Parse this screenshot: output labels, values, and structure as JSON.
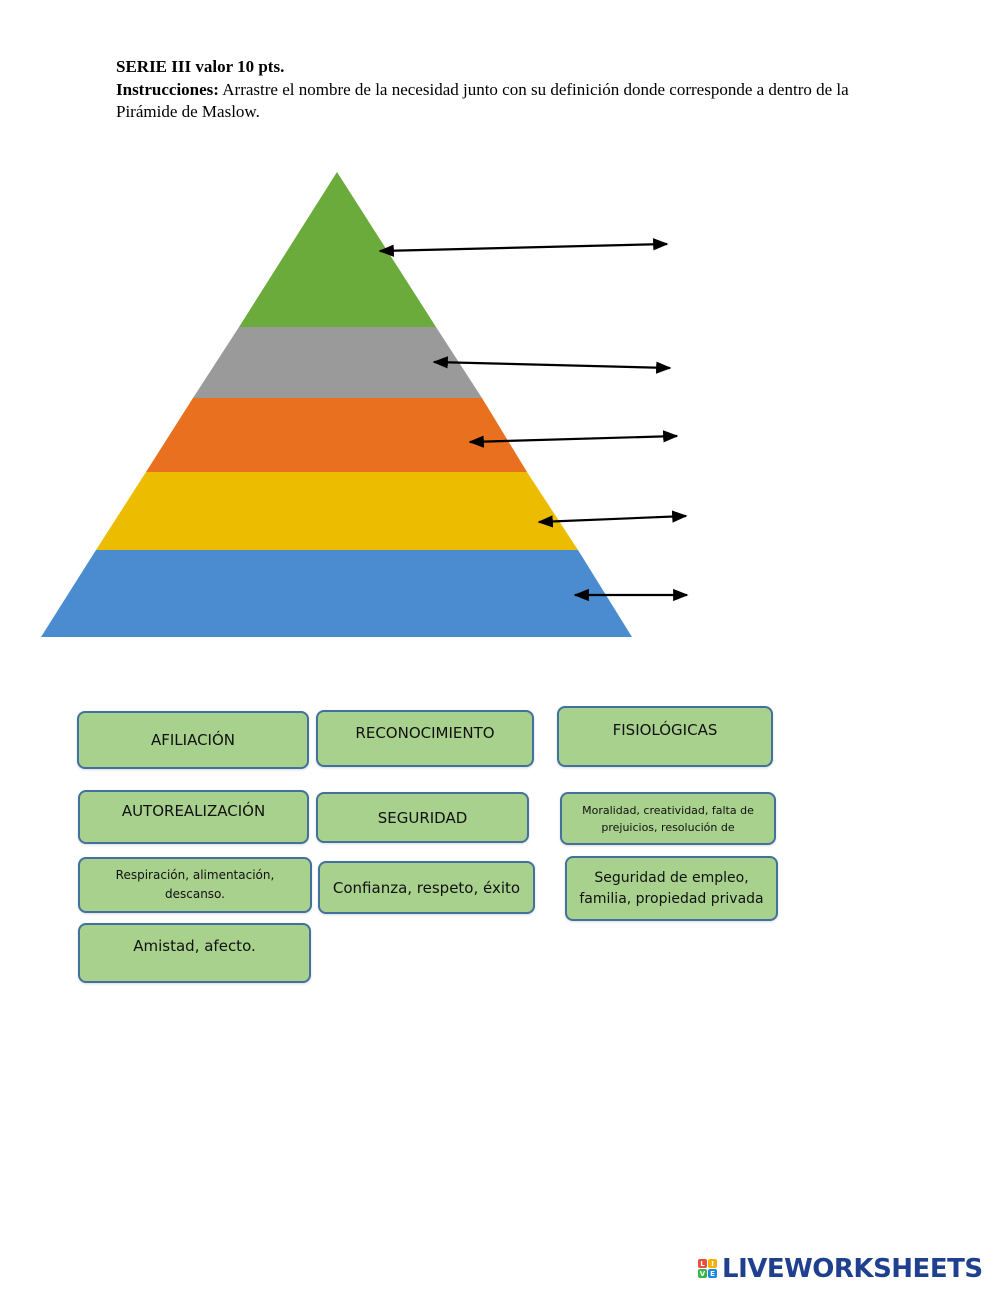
{
  "header": {
    "title": "SERIE III valor 10 pts.",
    "instructions_label": "Instrucciones:",
    "instructions_text": " Arrastre el nombre de la necesidad junto con su definición donde corresponde a dentro de la Pirámide de Maslow."
  },
  "pyramid": {
    "levels": [
      {
        "color": "#6aab3c"
      },
      {
        "color": "#9a9a9a"
      },
      {
        "color": "#e8701e"
      },
      {
        "color": "#ecbc00"
      },
      {
        "color": "#4a8ccf"
      }
    ],
    "arrow_color": "#000000"
  },
  "cards": {
    "afiliacion": "AFILIACIÓN",
    "reconocimiento": "RECONOCIMIENTO",
    "fisiologicas": "FISIOLÓGICAS",
    "autorealizacion": "AUTOREALIZACIÓN",
    "seguridad": "SEGURIDAD",
    "moralidad": "Moralidad, creatividad, falta de prejuicios, resolución de",
    "respiracion": "Respiración, alimentación, descanso.",
    "confianza": "Confianza, respeto, éxito",
    "seguridad_empleo": "Seguridad de empleo, familia, propiedad privada",
    "amistad": "Amistad, afecto."
  },
  "card_color": "#a9d18e",
  "card_border_color": "#41719c",
  "logo": {
    "brand": "LIVEWORKSHEETS",
    "icon_letters": [
      "L",
      "I",
      "V",
      "E"
    ],
    "icon_colors": [
      "#e94e3b",
      "#f5b400",
      "#3ab54a",
      "#1e88e5"
    ],
    "text_color": "#1f3f8f"
  }
}
